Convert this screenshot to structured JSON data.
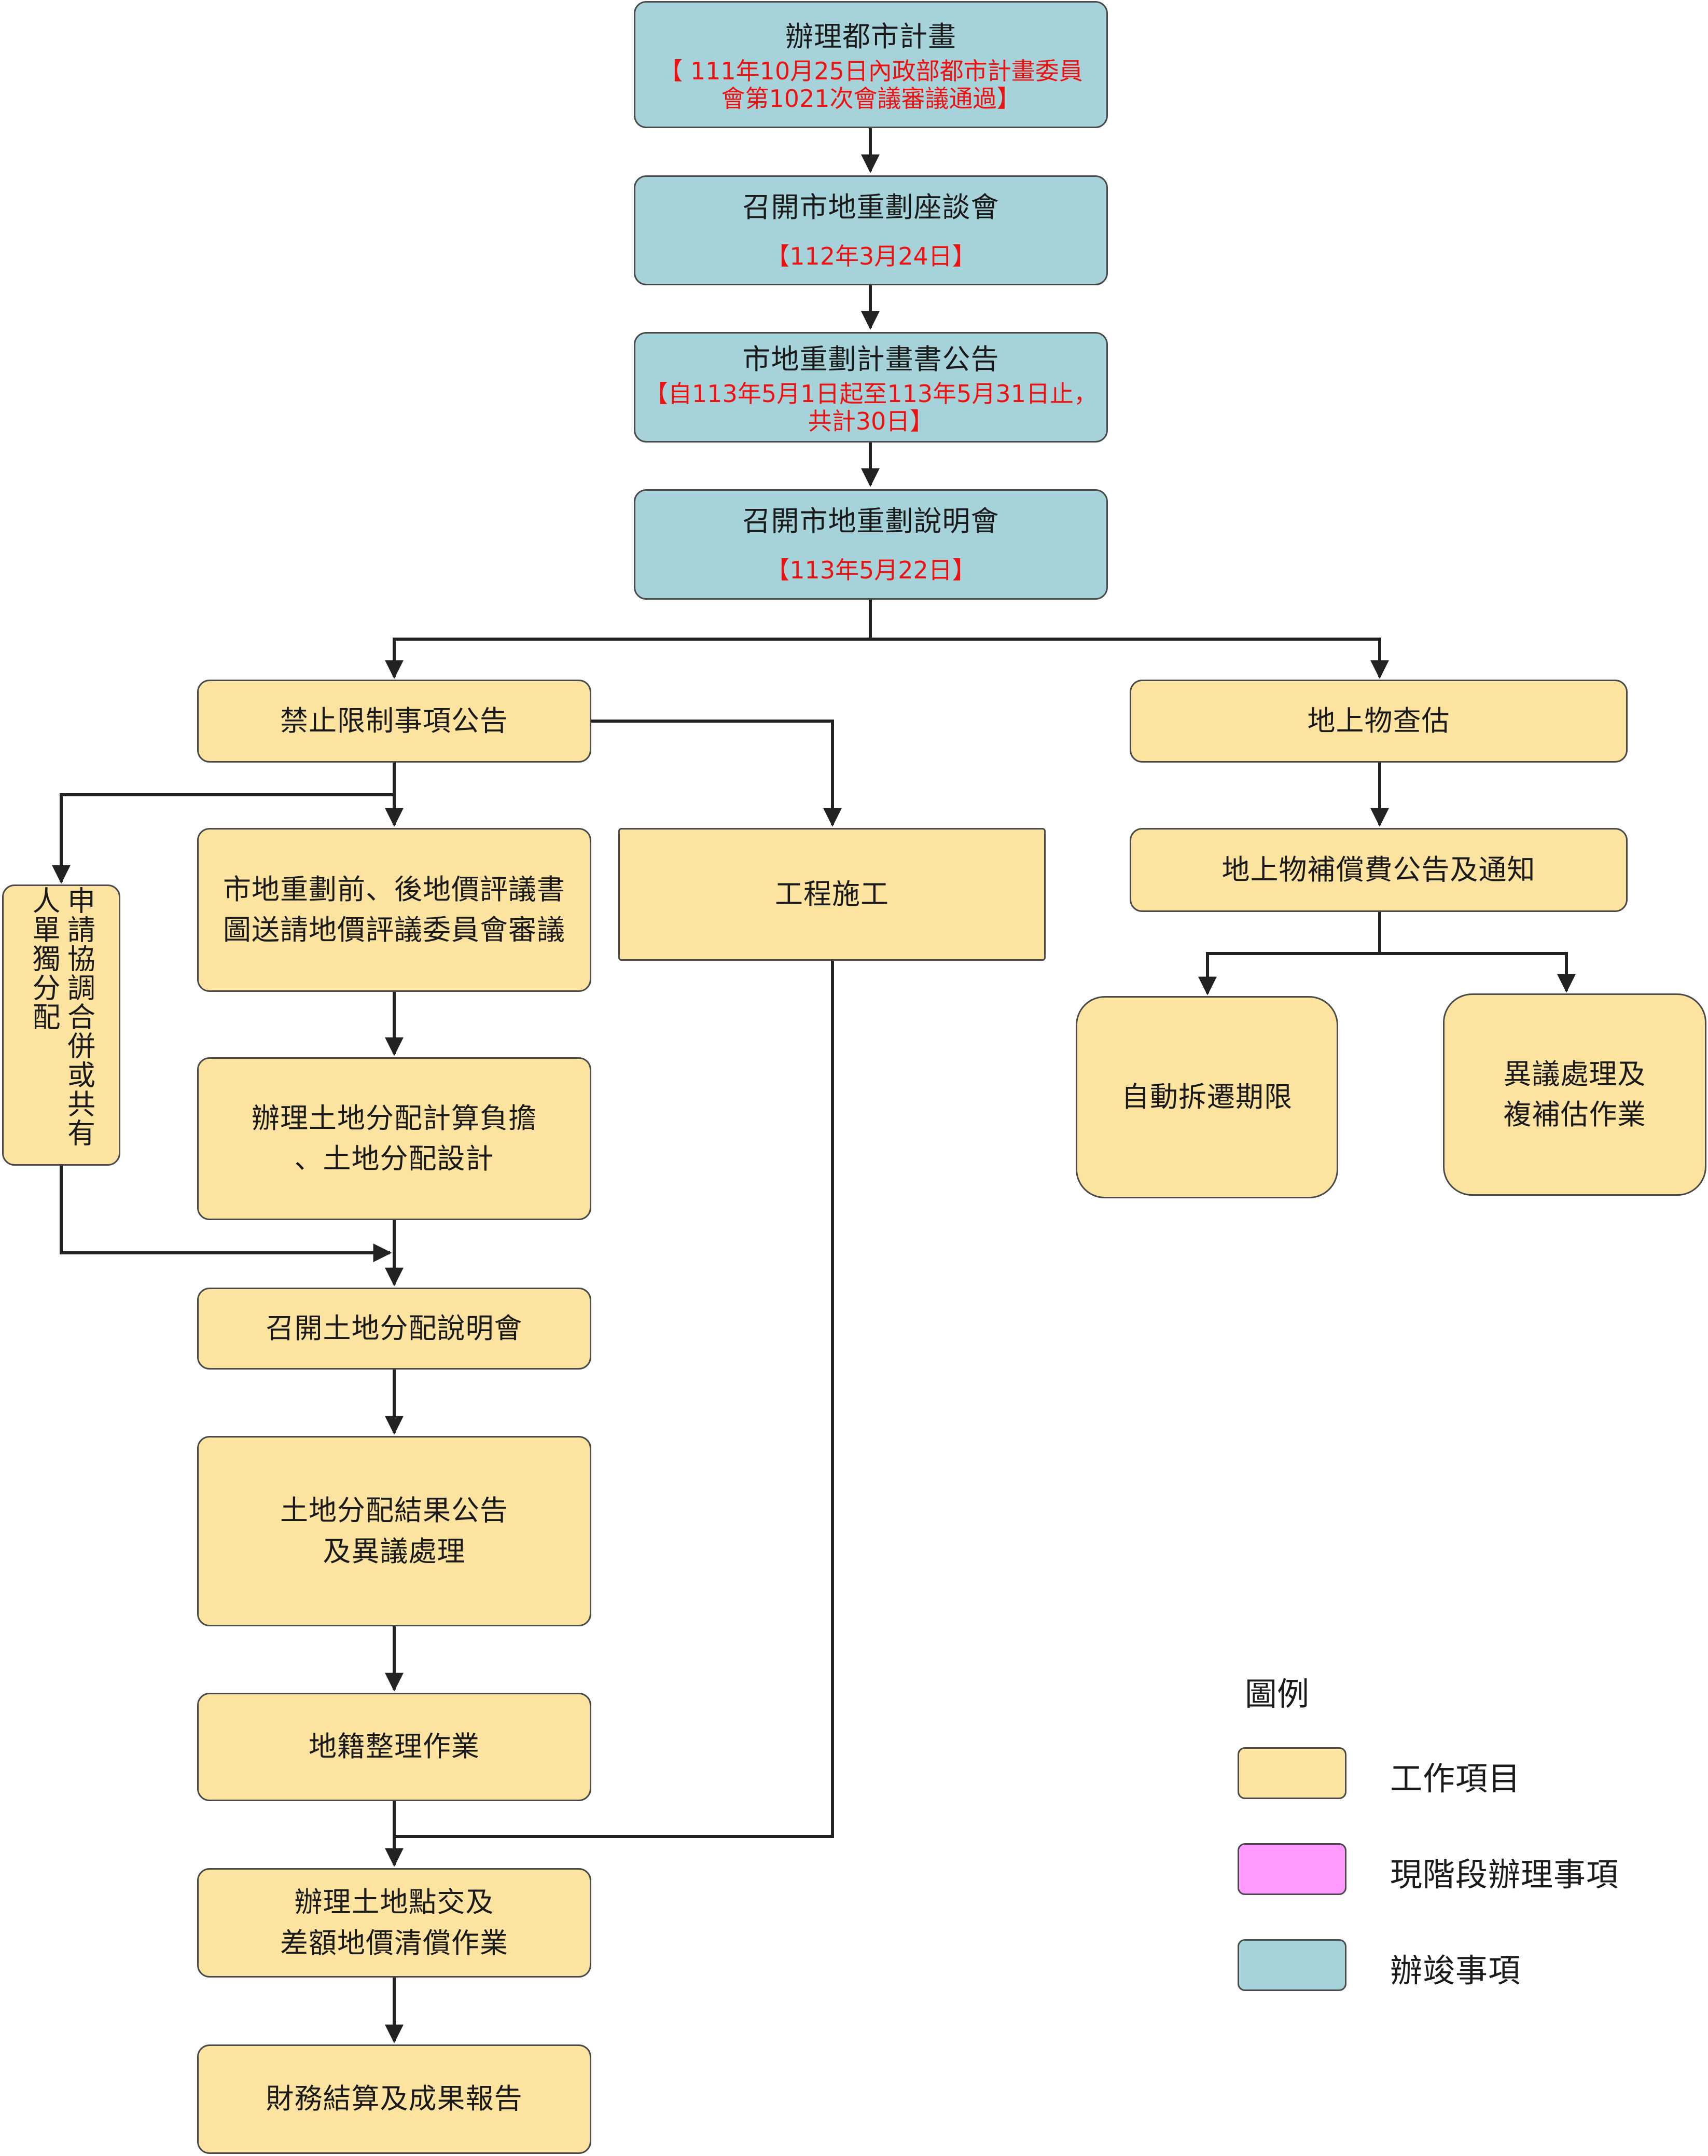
{
  "nodes": {
    "city_plan": {
      "title": "辦理都市計畫",
      "note": "【 111年10月25日內政部都市計畫委員會第1021次會議審議通過】",
      "note_line1": "【 111年10月25日內政部都市計畫委員",
      "note_line2": "會第1021次會議審議通過】"
    },
    "forum": {
      "title": "召開市地重劃座談會",
      "note": "【112年3月24日】"
    },
    "plan_announce": {
      "title": "市地重劃計畫書公告",
      "note_line1": "【自113年5月1日起至113年5月31日止，",
      "note_line2": "共計30日】"
    },
    "briefing": {
      "title": "召開市地重劃說明會",
      "note": "【113年5月22日】"
    },
    "restriction": {
      "title": "禁止限制事項公告"
    },
    "valuation": {
      "line1": "市地重劃前、後地價評議書",
      "line2": "圖送請地價評議委員會審議"
    },
    "co_owner": {
      "text": "申請協調合併或共有人單獨分配"
    },
    "allocation_calc": {
      "line1": "辦理土地分配計算負擔",
      "line2": "、土地分配設計"
    },
    "allocation_briefing": {
      "title": "召開土地分配說明會"
    },
    "allocation_result": {
      "line1": "土地分配結果公告",
      "line2": "及異議處理"
    },
    "cadastral": {
      "title": "地籍整理作業"
    },
    "handover": {
      "line1": "辦理土地點交及",
      "line2": "差額地價清償作業"
    },
    "settlement": {
      "title": "財務結算及成果報告"
    },
    "construction": {
      "title": "工程施工"
    },
    "survey": {
      "title": "地上物查估"
    },
    "compensation": {
      "title": "地上物補償費公告及通知"
    },
    "demolition": {
      "title": "自動拆遷期限"
    },
    "objection": {
      "line1": "異議處理及",
      "line2": "複補估作業"
    }
  },
  "legend": {
    "title": "圖例",
    "items": [
      {
        "label": "工作項目",
        "color": "#fce3a0"
      },
      {
        "label": "現階段辦理事項",
        "color": "#ff99ff"
      },
      {
        "label": "辦竣事項",
        "color": "#a6d3da"
      }
    ]
  },
  "colors": {
    "done": "#a6d3da",
    "work": "#fce3a0",
    "current": "#ff99ff",
    "note_red": "#ee1111",
    "line": "#222222"
  }
}
